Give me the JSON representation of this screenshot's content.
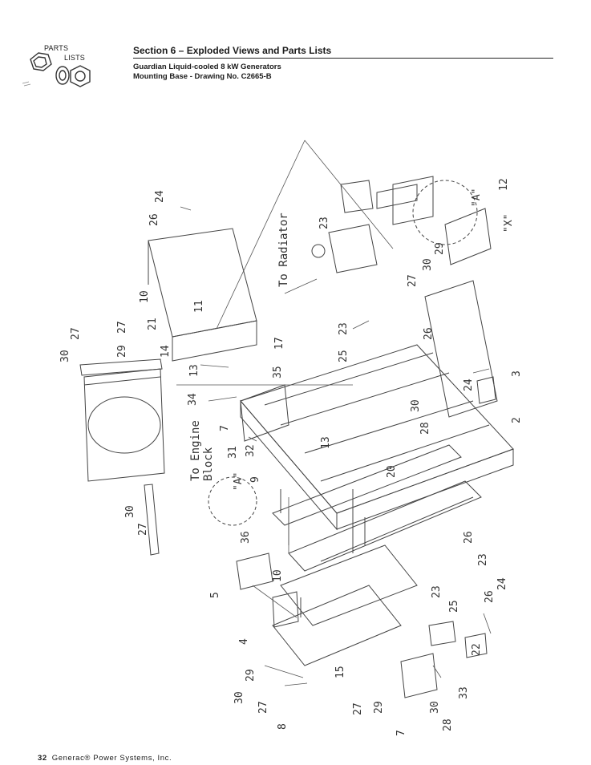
{
  "header": {
    "logo_line1": "PARTS",
    "logo_line2": "LISTS",
    "section_title": "Section 6 – Exploded Views and Parts Lists",
    "subtitle_line1": "Guardian Liquid-cooled 8 kW Generators",
    "subtitle_line2": "Mounting Base - Drawing No. C2665-B"
  },
  "drawing": {
    "annotations": {
      "to_radiator": "To Radiator",
      "to_engine_block_1": "To Engine",
      "to_engine_block_2": "Block",
      "view_a_left": "\"A\"",
      "view_a_right": "\"A\"",
      "view_x": "\"X\""
    },
    "callouts": [
      "26",
      "24",
      "23",
      "12",
      "29",
      "30",
      "27",
      "10",
      "11",
      "21",
      "27",
      "30",
      "27",
      "29",
      "14",
      "13",
      "17",
      "35",
      "34",
      "7",
      "31",
      "32",
      "9",
      "2",
      "3",
      "24",
      "26",
      "25",
      "23",
      "28",
      "30",
      "20",
      "13",
      "30",
      "27",
      "36",
      "5",
      "10",
      "4",
      "26",
      "23",
      "23",
      "25",
      "26",
      "24",
      "22",
      "15",
      "30",
      "29",
      "27",
      "8",
      "29",
      "27",
      "30",
      "28",
      "33",
      "7"
    ]
  },
  "footer": {
    "page_number": "32",
    "company": "Generac® Power Systems, Inc."
  }
}
